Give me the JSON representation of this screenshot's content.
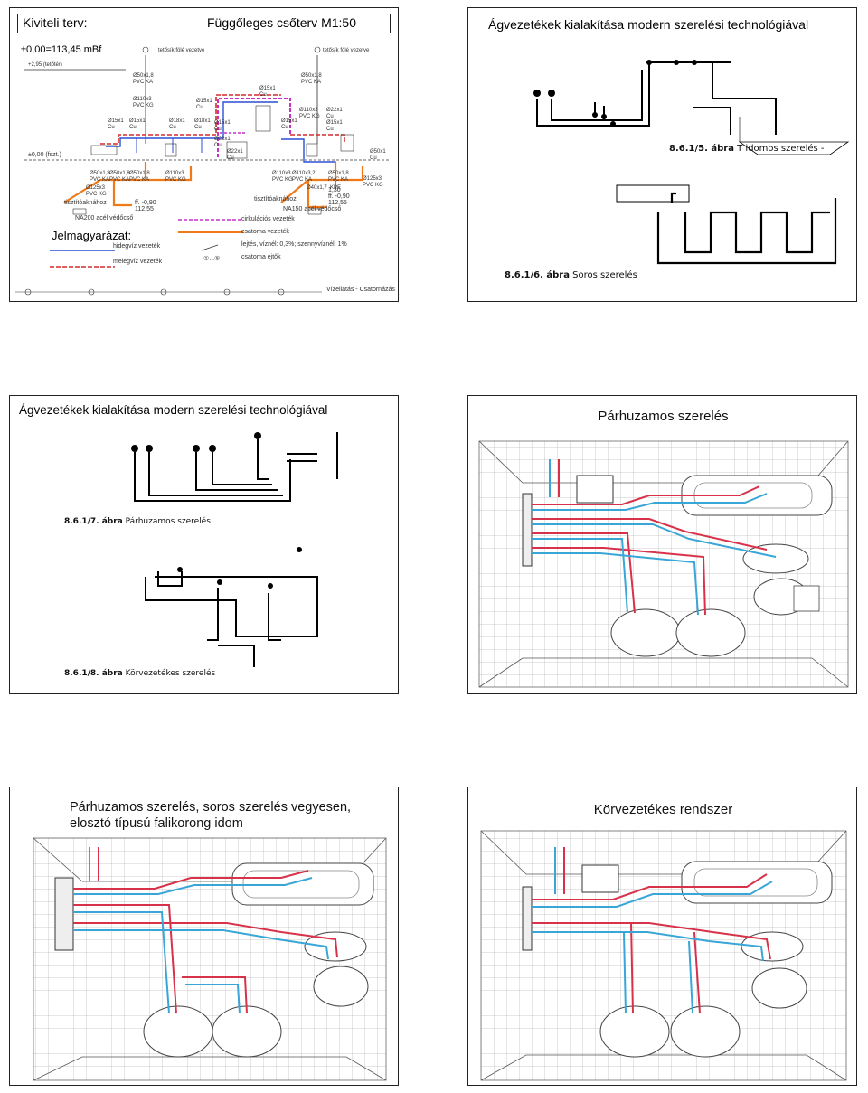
{
  "slide1": {
    "title_left": "Kiviteli terv:",
    "title_right": "Függőleges csőterv M1:50",
    "level_main": "±0,00=113,45 mBf",
    "level_roof": "+2,95 (tetőtér)",
    "level_ground": "±0,00 (fszt.)",
    "notes": [
      {
        "id": "n1",
        "text": "tetősík fölé vezetve"
      },
      {
        "id": "n2",
        "text": "tetősík fölé vezetve"
      },
      {
        "id": "n3",
        "text": "Ø50x1,8\nPVC KA"
      },
      {
        "id": "n4",
        "text": "Ø50x1,8\nPVC KA"
      },
      {
        "id": "n5",
        "text": "Ø110x3\nPVC KG"
      },
      {
        "id": "n6",
        "text": "Ø15x1\nCu"
      },
      {
        "id": "n7",
        "text": "Ø15x1\nCu"
      },
      {
        "id": "n8",
        "text": "Ø110x3\nPVC KG"
      },
      {
        "id": "n9",
        "text": "Ø22x1\nCu"
      },
      {
        "id": "n10",
        "text": "Ø15x1\nCu"
      },
      {
        "id": "n11",
        "text": "Ø15x1\nCu"
      },
      {
        "id": "n12",
        "text": "Ø18x1\nCu"
      },
      {
        "id": "n13",
        "text": "Ø18x1\nCu"
      },
      {
        "id": "n14",
        "text": "Ø15x1\nCu"
      },
      {
        "id": "n15",
        "text": "Ø15x1\nCu"
      },
      {
        "id": "n16",
        "text": "Ø15x1\nCu"
      },
      {
        "id": "n17",
        "text": "Ø22x1\nCu"
      },
      {
        "id": "n18",
        "text": "Ø50x1,8\nPVC KA"
      },
      {
        "id": "n19",
        "text": "Ø50x1,8\nPVC KA"
      },
      {
        "id": "n20",
        "text": "Ø50x1,8\nPVC KA"
      },
      {
        "id": "n21",
        "text": "Ø110x3\nPVC KG"
      },
      {
        "id": "n22",
        "text": "Ø125x3\nPVC KG"
      },
      {
        "id": "n23",
        "text": "Ø110x3\nPVC KG"
      },
      {
        "id": "n24",
        "text": "Ø110x3,2\nPVC KA"
      },
      {
        "id": "n25",
        "text": "Ø50x1,8\nPVC KA"
      },
      {
        "id": "n26",
        "text": "Ø40x1,7  KPE"
      },
      {
        "id": "n27",
        "text": "Ø125x3\nPVC KG"
      },
      {
        "id": "n28",
        "text": "Ø22x1\nCu"
      },
      {
        "id": "n29",
        "text": "Ø50x1\nCu"
      }
    ],
    "clean1": "tisztítóaknához",
    "clean2": "tisztítóaknához",
    "elev1": "ff. -0,90\n112,55",
    "elev2": "1,30\nff. -0,90\n112,55",
    "pipe1": "NA200 acél védőcső",
    "pipe2": "NA150 acél védőcső",
    "legend_title": "Jelmagyarázat:",
    "legend": {
      "cold": "hidegvíz vezeték",
      "hot": "melegvíz vezeték",
      "circ": "cirkulációs vezeték",
      "sewer": "csatorna vezeték",
      "slope": "lejtés, víznél: 0,3%; szennyvíznél: 1%",
      "drop": "csatorna ejtők",
      "drop_sym": "①...⑤"
    },
    "footer": "Vízellátás - Csatornázás",
    "colors": {
      "cold": "#2b4fd6",
      "hot": "#d42b2b",
      "circ": "#c531c5",
      "sewer": "#f07a1a"
    }
  },
  "slide2": {
    "title": "Ágvezetékek kialakítása modern szerelési technológiával",
    "cap_a_num": "8.6.1/5. ábra",
    "cap_a_text": "T idomos szerelés",
    "cap_a_extra": "-",
    "cap_b_num": "8.6.1/6. ábra",
    "cap_b_text": "Soros szerelés"
  },
  "slide3": {
    "title": "Ágvezetékek kialakítása modern szerelési technológiával",
    "cap_a_num": "8.6.1/7. ábra",
    "cap_a_text": "Párhuzamos szerelés",
    "cap_b_num": "8.6.1/8. ábra",
    "cap_b_text": "Körvezetékes szerelés"
  },
  "slide4": {
    "title": "Párhuzamos szerelés"
  },
  "slide5": {
    "title_line1": "Párhuzamos szerelés, soros szerelés vegyesen,",
    "title_line2": "elosztó típusú falikorong idom"
  },
  "slide6": {
    "title": "Körvezetékes rendszer"
  }
}
